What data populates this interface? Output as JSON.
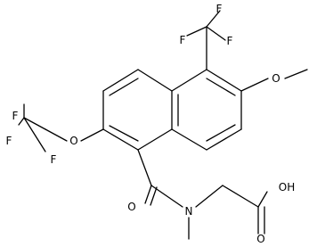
{
  "molecule": {
    "atoms": {
      "cf3_top": [
        "F",
        "F",
        "F"
      ],
      "methoxy_o": "O",
      "trifluoroethoxy_f": [
        "F",
        "F",
        "F"
      ],
      "ether_o": "O",
      "carbonyl_o": "O",
      "amide_n": "N",
      "acid_oh": "OH",
      "acid_o": "O"
    }
  }
}
